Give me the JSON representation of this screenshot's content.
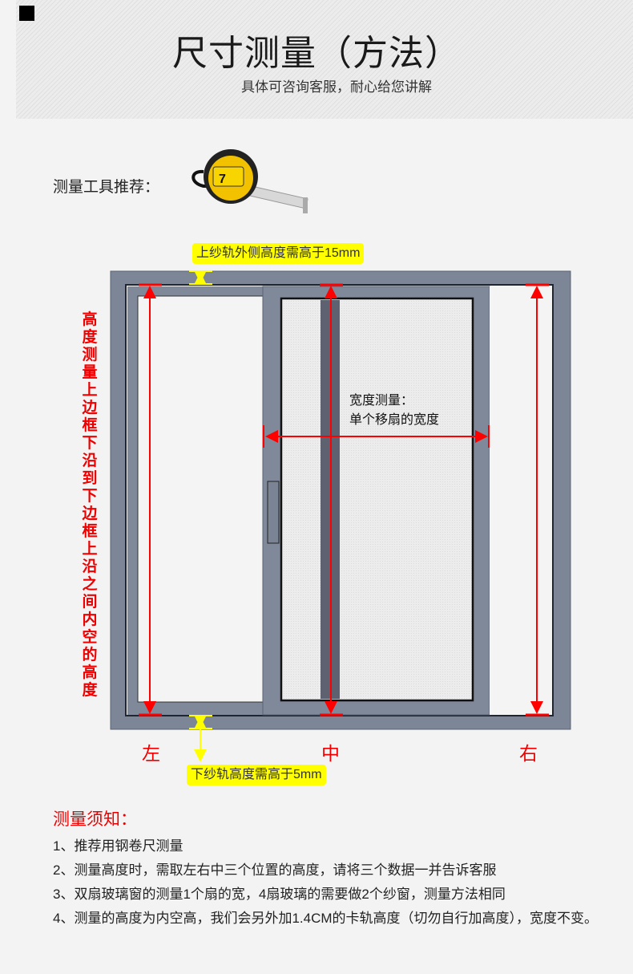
{
  "header": {
    "title": "尺寸测量（方法）",
    "subtitle": "具体可咨询客服，耐心给您讲解"
  },
  "tool": {
    "label": "测量工具推荐：",
    "image": "tape-measure",
    "tape_number": "7"
  },
  "diagram": {
    "top_note": "上纱轨外侧高度需高于15mm",
    "bottom_note": "下纱轨高度需高于5mm",
    "height_note": "高度测量上边框下沿到下边框上沿之间内空的高度",
    "width_note_line1": "宽度测量：",
    "width_note_line2": "单个移扇的宽度",
    "positions": {
      "left": "左",
      "middle": "中",
      "right": "右"
    },
    "colors": {
      "frame": "#7c8696",
      "annotation_red": "#ff0000",
      "highlight_yellow": "#ffff00"
    }
  },
  "notes": {
    "title": "测量须知：",
    "items": [
      "1、推荐用钢卷尺测量",
      "2、测量高度时，需取左右中三个位置的高度，请将三个数据一并告诉客服",
      "3、双扇玻璃窗的测量1个扇的宽，4扇玻璃的需要做2个纱窗，测量方法相同",
      "4、测量的高度为内空高，我们会另外加1.4CM的卡轨高度（切勿自行加高度），宽度不变。"
    ]
  }
}
